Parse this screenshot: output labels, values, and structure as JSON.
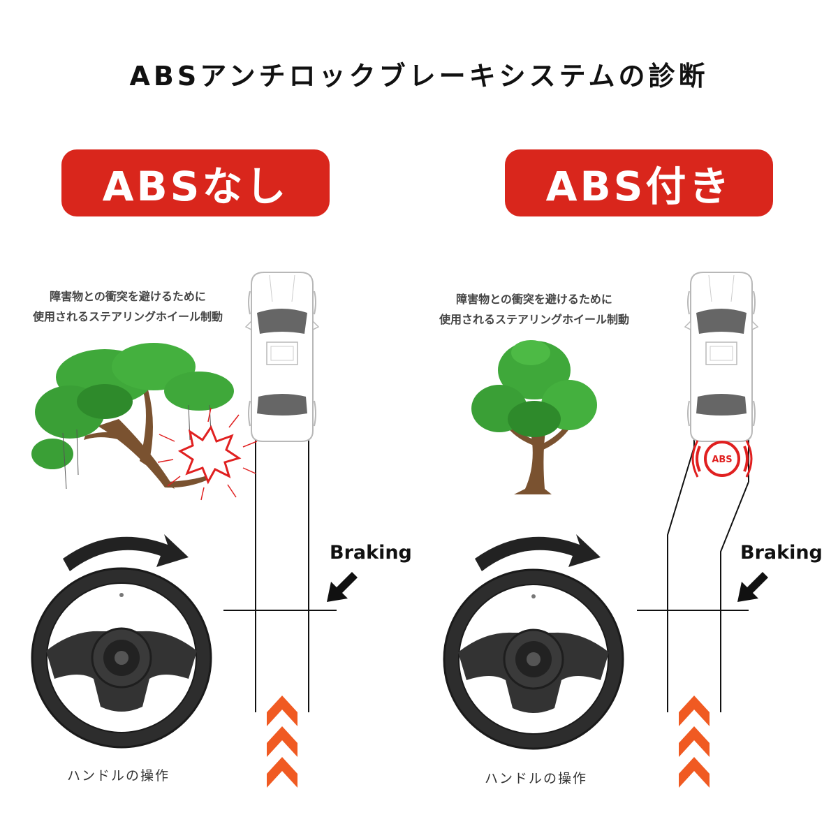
{
  "title": "ABSアンチロックブレーキシステムの診断",
  "colors": {
    "badge_red": "#d9261c",
    "tree_green": "#3fa83a",
    "tree_trunk": "#7a5230",
    "chevron_orange": "#f05a22",
    "abs_red": "#e02020",
    "arrow_dark": "#222222"
  },
  "left_panel": {
    "badge_label": "ABSなし",
    "description_line1": "障害物との衝突を避けるために",
    "description_line2": "使用されるステアリングホイール制動",
    "braking_label": "Braking",
    "caption": "ハンドルの操作"
  },
  "right_panel": {
    "badge_label": "ABS付き",
    "description_line1": "障害物との衝突を避けるために",
    "description_line2": "使用されるステアリングホイール制動",
    "braking_label": "Braking",
    "caption": "ハンドルの操作",
    "abs_indicator_label": "ABS"
  },
  "icons": {
    "car": "car-top-view-icon",
    "tree": "tree-icon",
    "crash": "crash-burst-icon",
    "steering": "steering-wheel-icon",
    "turn_arrow": "curved-arrow-icon",
    "pointer_arrow": "pointer-arrow-icon",
    "chevrons": "forward-chevron-icon",
    "abs_warning": "abs-warning-icon"
  }
}
